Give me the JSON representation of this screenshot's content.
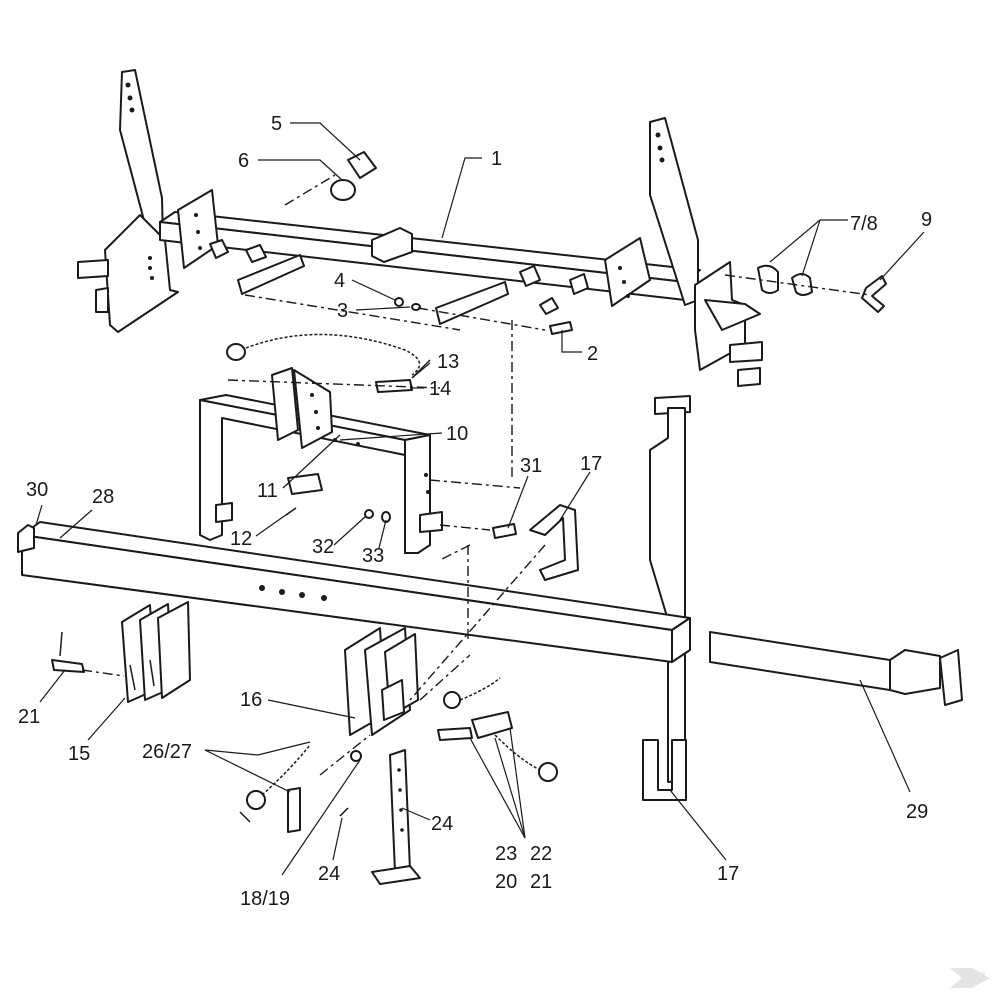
{
  "colors": {
    "line": "#1a1a1a",
    "background": "#ffffff",
    "watermark": "#e4e4e4"
  },
  "callouts": {
    "c1": "1",
    "c2": "2",
    "c3": "3",
    "c4": "4",
    "c5": "5",
    "c6": "6",
    "c7_8": "7/8",
    "c9": "9",
    "c10": "10",
    "c11": "11",
    "c12": "12",
    "c13": "13",
    "c14": "14",
    "c15": "15",
    "c16": "16",
    "c17a": "17",
    "c17b": "17",
    "c18_19": "18/19",
    "c20": "20",
    "c21a": "21",
    "c21b": "21",
    "c22": "22",
    "c23": "23",
    "c24a": "24",
    "c24b": "24",
    "c26_27": "26/27",
    "c28": "28",
    "c29": "29",
    "c30": "30",
    "c31": "31",
    "c32": "32",
    "c33": "33"
  },
  "watermark_icon": "brand-logo-icon"
}
